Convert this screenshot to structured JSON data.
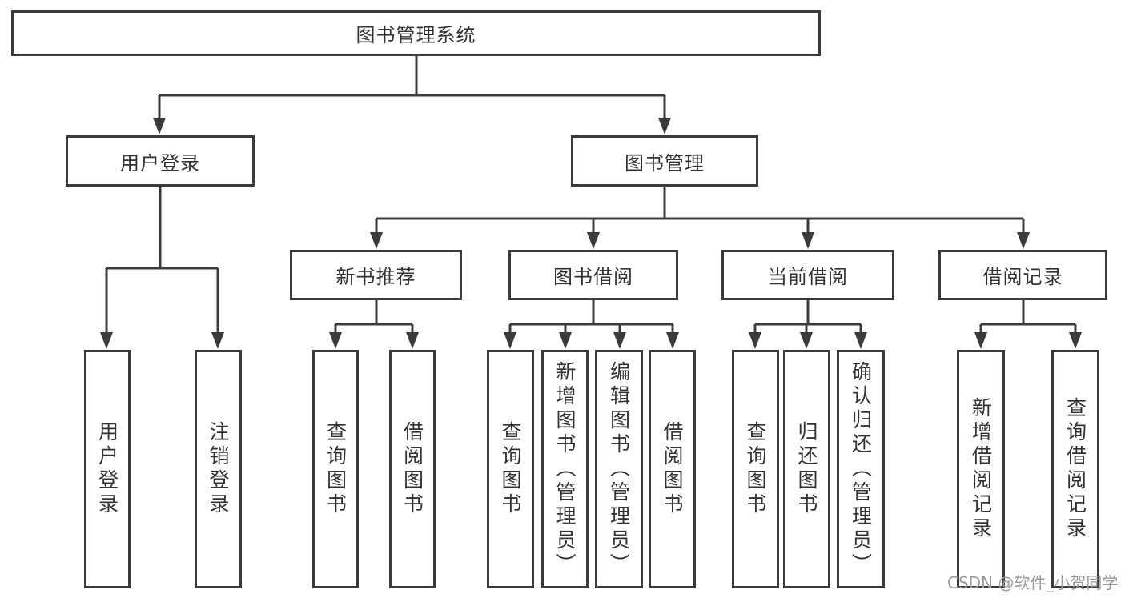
{
  "tree": {
    "root": {
      "label": "图书管理系统"
    },
    "children": [
      {
        "label": "用户登录",
        "children": [
          {
            "label": "用户登录"
          },
          {
            "label": "注销登录"
          }
        ]
      },
      {
        "label": "图书管理",
        "children": [
          {
            "label": "新书推荐",
            "children": [
              {
                "label": "查询图书"
              },
              {
                "label": "借阅图书"
              }
            ]
          },
          {
            "label": "图书借阅",
            "children": [
              {
                "label": "查询图书"
              },
              {
                "label": "新增图书（管理员）"
              },
              {
                "label": "编辑图书（管理员）"
              },
              {
                "label": "借阅图书"
              }
            ]
          },
          {
            "label": "当前借阅",
            "children": [
              {
                "label": "查询图书"
              },
              {
                "label": "归还图书"
              },
              {
                "label": "确认归还（管理员）"
              }
            ]
          },
          {
            "label": "借阅记录",
            "children": [
              {
                "label": "新增借阅记录"
              },
              {
                "label": "查询借阅记录"
              }
            ]
          }
        ]
      }
    ]
  },
  "watermark": {
    "text": "CSDN @软件_小贺同学"
  },
  "colors": {
    "line": "#3b3b3b",
    "text": "#333333",
    "watermark": "#9b9b9b",
    "background": "#ffffff"
  }
}
